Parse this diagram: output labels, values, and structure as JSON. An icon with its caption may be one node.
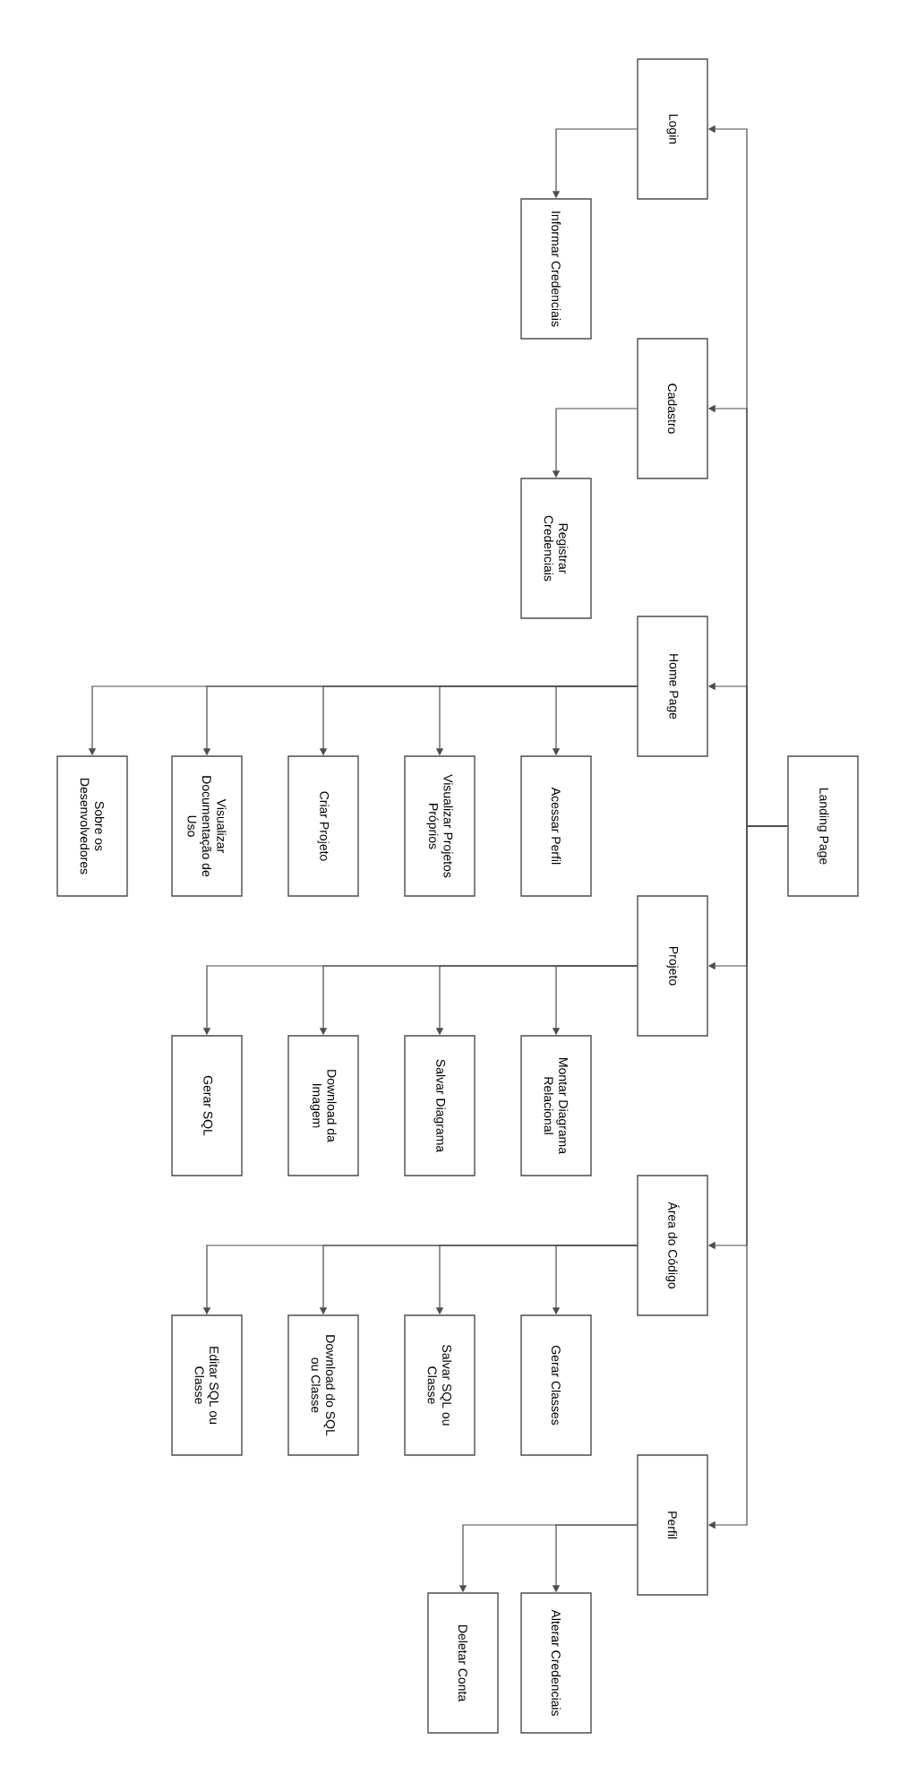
{
  "diagram": {
    "nodes": [
      {
        "text": [
          "Landing Page"
        ]
      },
      {
        "text": [
          "Login"
        ]
      },
      {
        "text": [
          "Informar Credenciais"
        ]
      },
      {
        "text": [
          "Cadastro"
        ]
      },
      {
        "text": [
          "Registrar Credenciais"
        ]
      },
      {
        "text": [
          "Home Page"
        ]
      },
      {
        "text": [
          "Acessar Perfil"
        ]
      },
      {
        "text": [
          "Visualizar Projetos Próprios"
        ]
      },
      {
        "text": [
          "Criar Projeto"
        ]
      },
      {
        "text": [
          "Visualizar Documentação de Uso"
        ]
      },
      {
        "text": [
          "Sobre os Desenvolvedores"
        ]
      },
      {
        "text": [
          "Projeto"
        ]
      },
      {
        "text": [
          "Montar Diagrama Relacional"
        ]
      },
      {
        "text": [
          "Salvar Diagrama"
        ]
      },
      {
        "text": [
          "Download da Imagem"
        ]
      },
      {
        "text": [
          "Gerar SQL"
        ]
      },
      {
        "text": [
          "Área do Código"
        ]
      },
      {
        "text": [
          "Gerar Classes"
        ]
      },
      {
        "text": [
          "Salvar SQL ou Classe"
        ]
      },
      {
        "text": [
          "Download do SQL ou Classe"
        ]
      },
      {
        "text": [
          "Editar SQL ou Classe"
        ]
      },
      {
        "text": [
          "Perfil"
        ]
      },
      {
        "text": [
          "Alterar Credenciais"
        ]
      },
      {
        "text": [
          "Deletar Conta"
        ]
      }
    ],
    "edges": [
      {
        "from": 0,
        "to": 1,
        "arrow": "to"
      },
      {
        "from": 0,
        "to": 3,
        "arrow": "to"
      },
      {
        "from": 0,
        "to": 5,
        "arrow": "to"
      },
      {
        "from": 0,
        "to": 11,
        "arrow": "to"
      },
      {
        "from": 0,
        "to": 16,
        "arrow": "to"
      },
      {
        "from": 0,
        "to": 21,
        "arrow": "to"
      },
      {
        "from": 1,
        "to": 2,
        "arrow": "to"
      },
      {
        "from": 3,
        "to": 4,
        "arrow": "to"
      },
      {
        "from": 5,
        "to": 6,
        "arrow": "to"
      },
      {
        "from": 5,
        "to": 7,
        "arrow": "to"
      },
      {
        "from": 5,
        "to": 8,
        "arrow": "to"
      },
      {
        "from": 5,
        "to": 9,
        "arrow": "to"
      },
      {
        "from": 5,
        "to": 10,
        "arrow": "to"
      },
      {
        "from": 11,
        "to": 12,
        "arrow": "to"
      },
      {
        "from": 11,
        "to": 13,
        "arrow": "to"
      },
      {
        "from": 11,
        "to": 14,
        "arrow": "to"
      },
      {
        "from": 11,
        "to": 15,
        "arrow": "to"
      },
      {
        "from": 16,
        "to": 17,
        "arrow": "to"
      },
      {
        "from": 16,
        "to": 18,
        "arrow": "to"
      },
      {
        "from": 16,
        "to": 19,
        "arrow": "to"
      },
      {
        "from": 16,
        "to": 20,
        "arrow": "to"
      },
      {
        "from": 21,
        "to": 22,
        "arrow": "to"
      },
      {
        "from": 21,
        "to": 23,
        "arrow": "to"
      }
    ]
  }
}
